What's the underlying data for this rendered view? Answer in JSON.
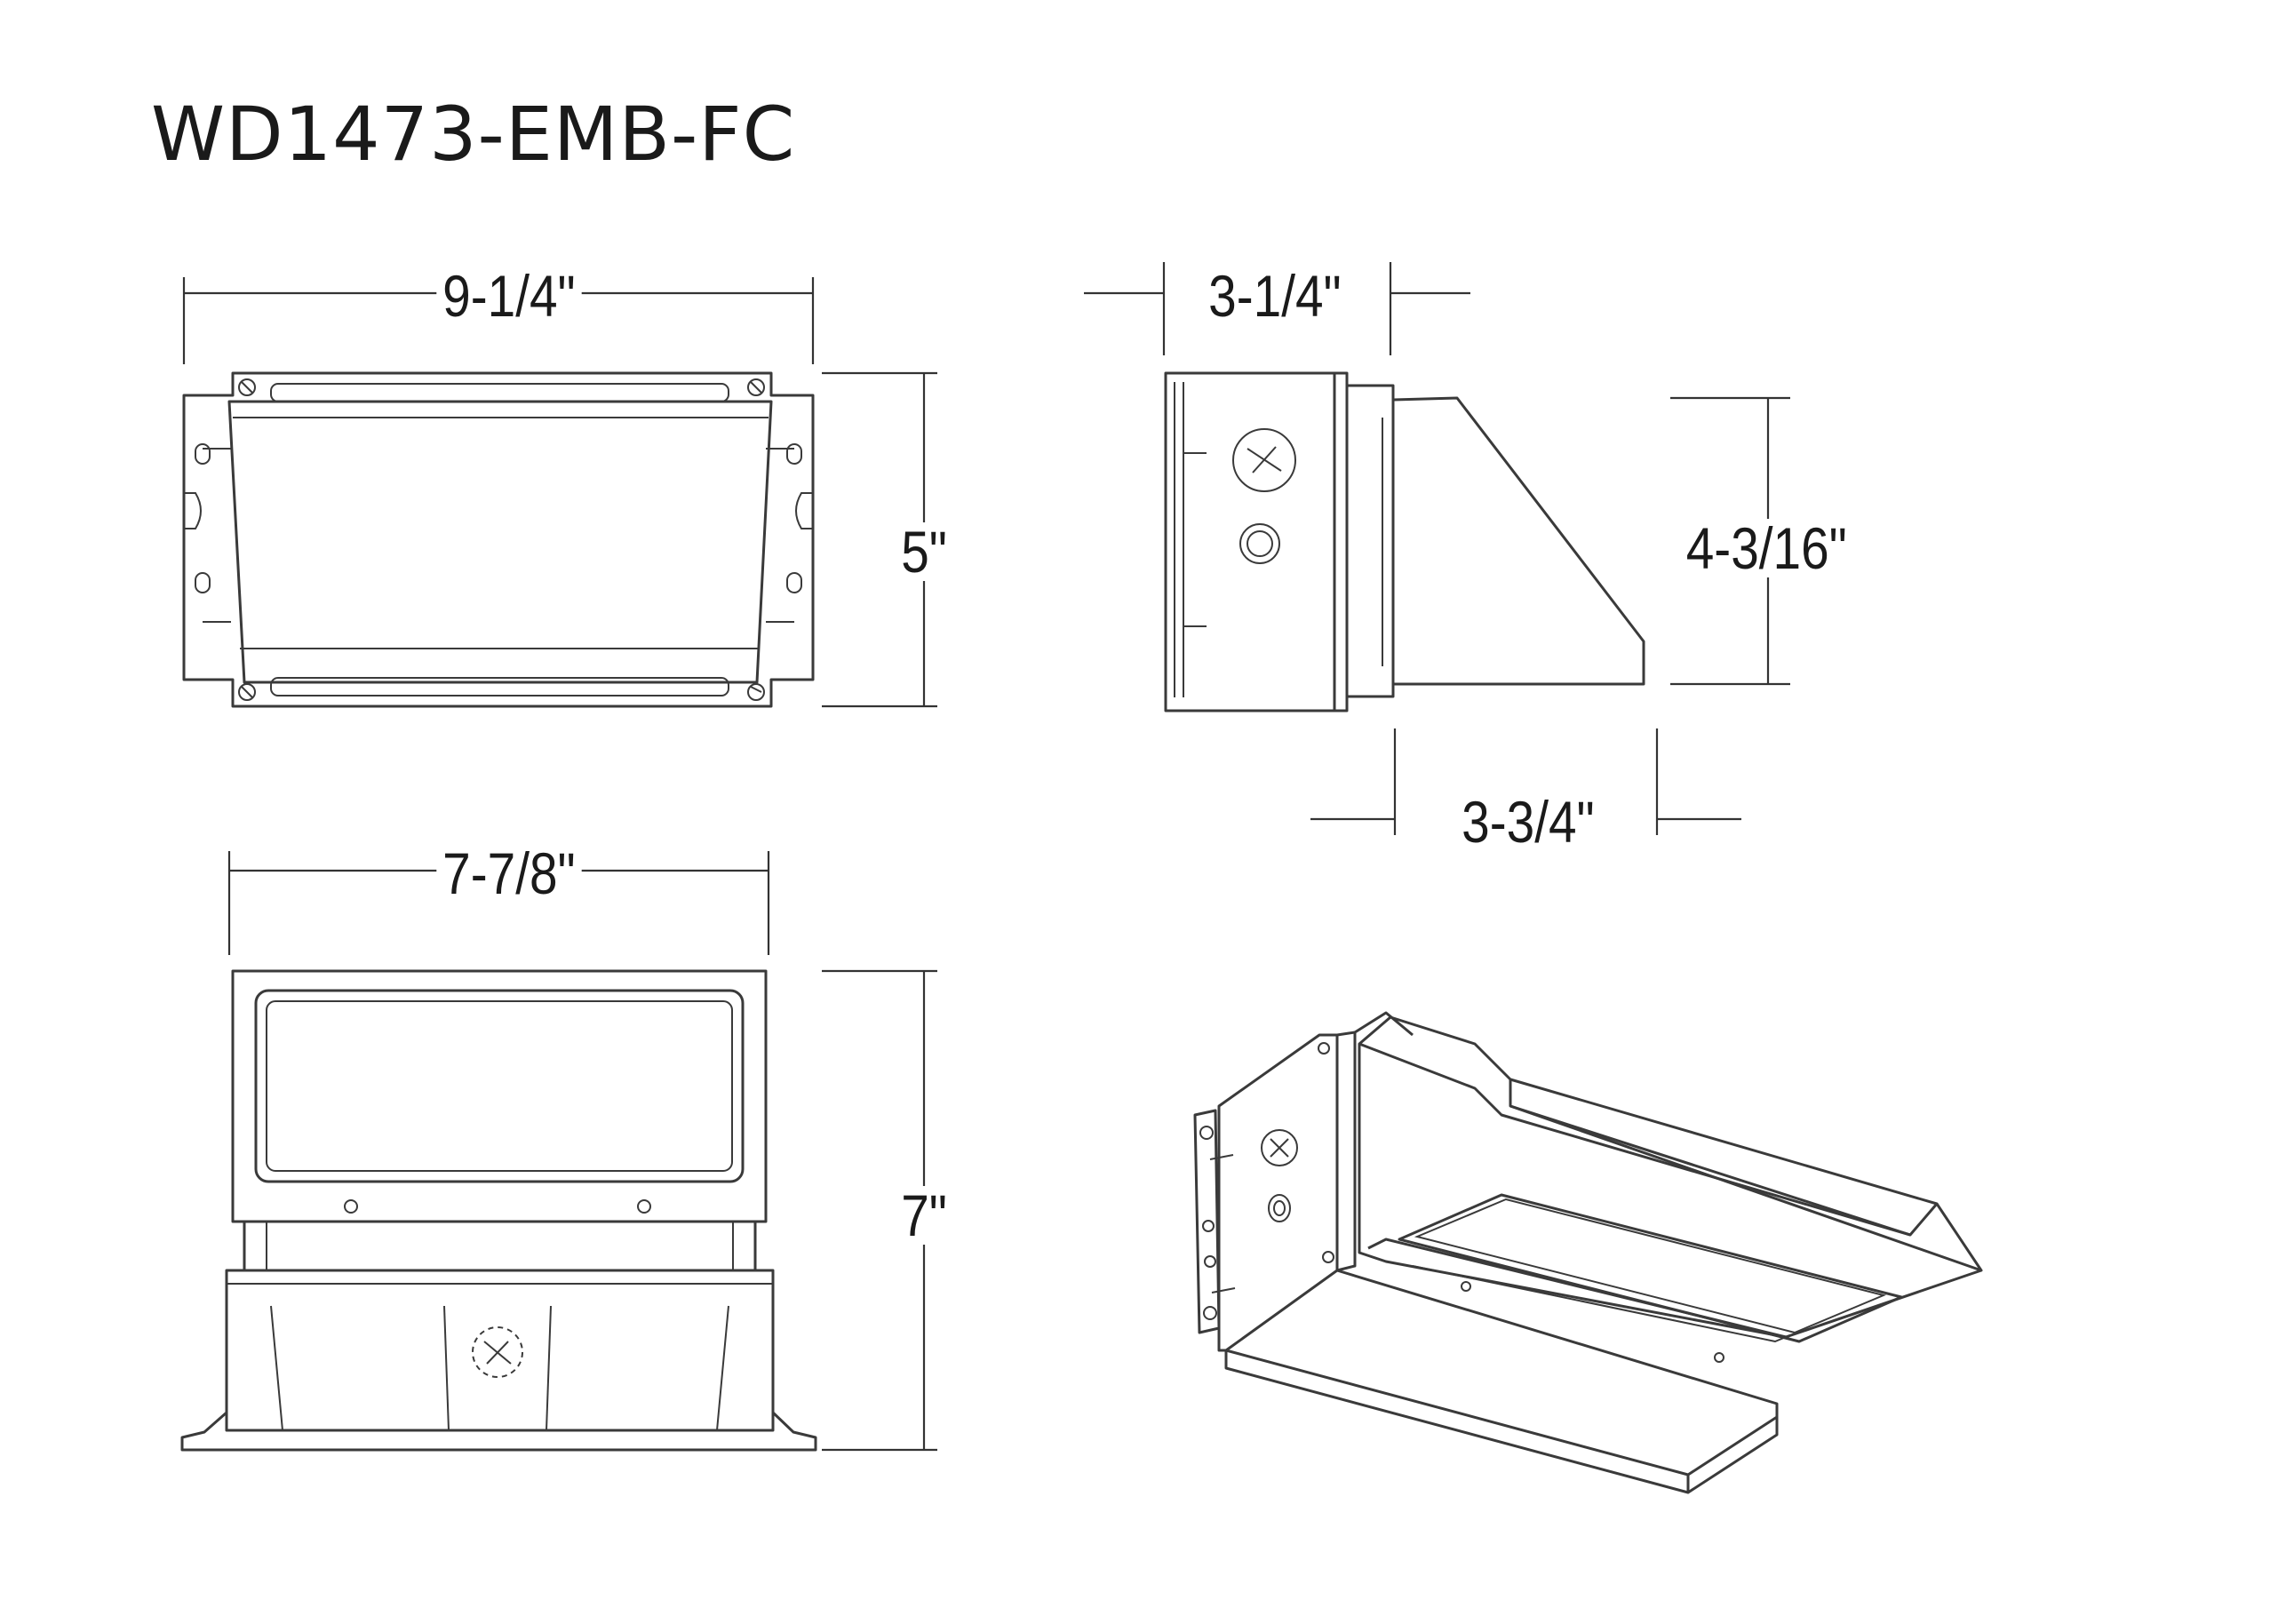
{
  "title": "WD1473-EMB-FC",
  "views": {
    "front": {
      "width": "9-1/4\"",
      "height": "5\""
    },
    "side": {
      "depth_box": "3-1/4\"",
      "height_head": "4-3/16\"",
      "depth_head": "3-3/4\""
    },
    "top": {
      "width": "7-7/8\"",
      "height": "7\""
    }
  }
}
